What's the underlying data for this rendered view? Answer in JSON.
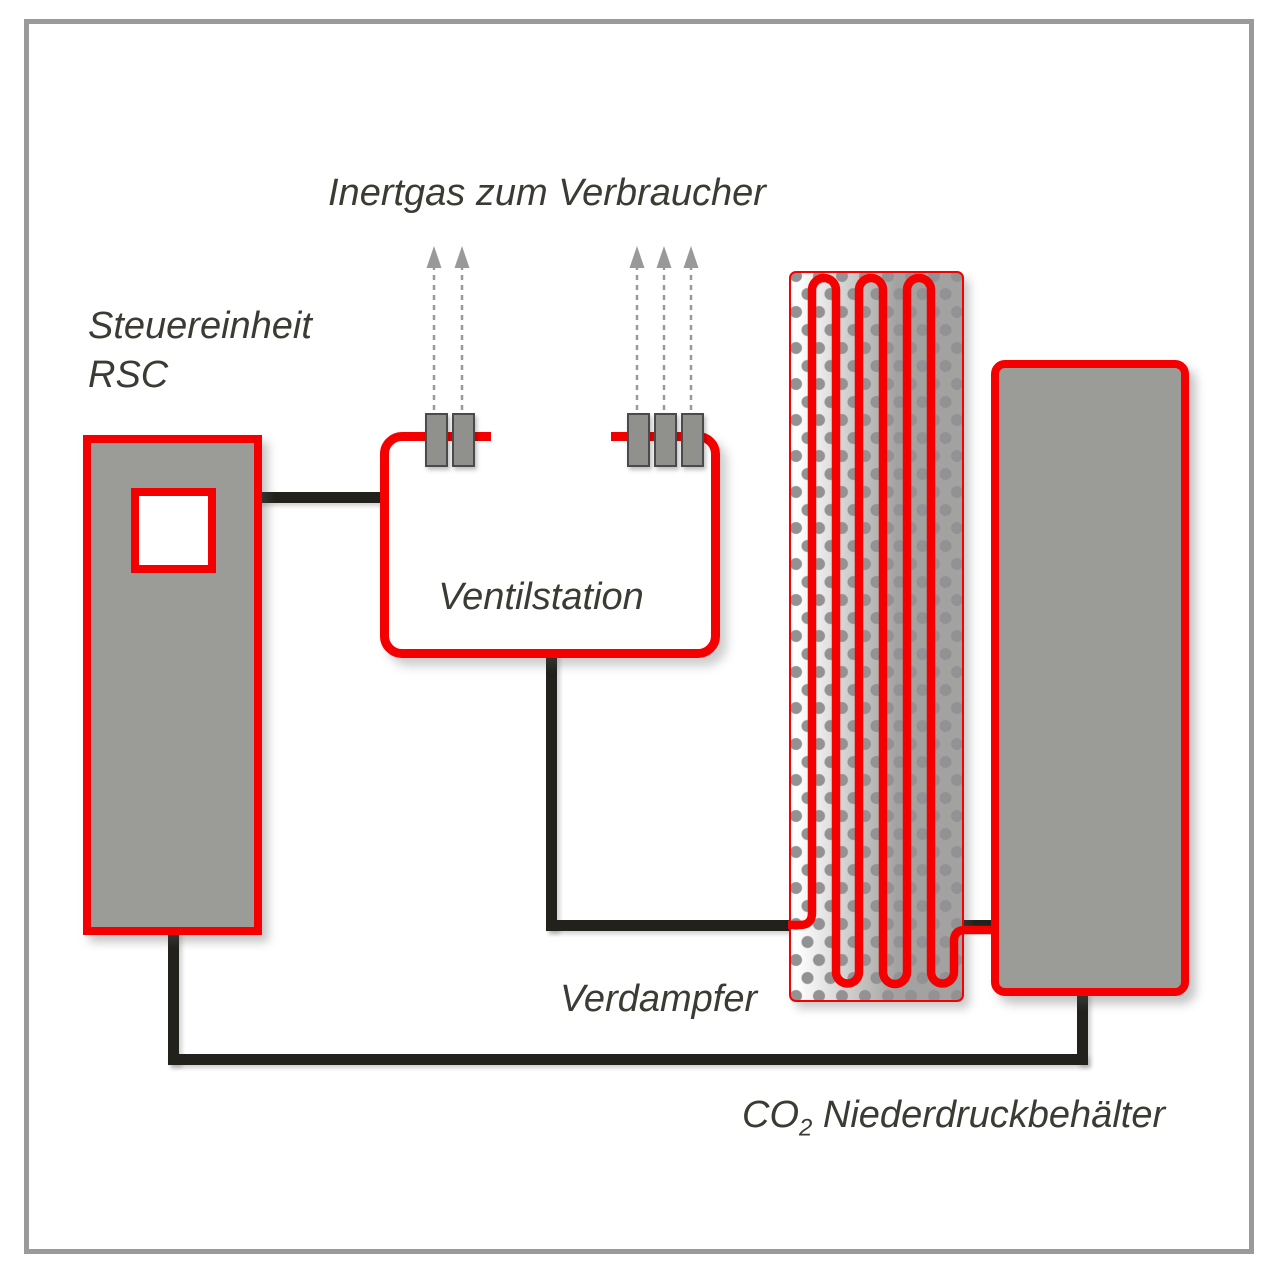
{
  "diagram": {
    "title": "Inertgas zum Verbraucher",
    "labels": {
      "control_unit_line1": "Steuereinheit",
      "control_unit_line2": "RSC",
      "valve_station": "Ventilstation",
      "evaporator": "Verdampfer",
      "co2_tank_prefix": "CO",
      "co2_tank_sub": "2",
      "co2_tank_suffix": " Niederdruckbehälter"
    },
    "colors": {
      "accent_red": "#f40000",
      "component_gray": "#9b9b97",
      "pipe_dark": "#22211c",
      "text_dark": "#3b3a33",
      "arrow_gray": "#999999",
      "frame_gray": "#9a9a9a"
    }
  }
}
